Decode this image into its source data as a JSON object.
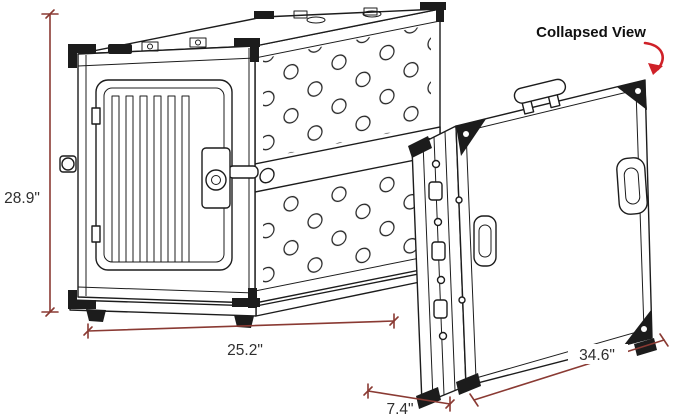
{
  "diagram": {
    "callout": {
      "label": "Collapsed View"
    },
    "dimensions": {
      "height": "28.9\"",
      "depth": "25.2\"",
      "thickness": "7.4\"",
      "width": "34.6\""
    }
  },
  "colors": {
    "line": "#1c1c1c",
    "dimension": "#8a3a33",
    "arrow": "#cf2128",
    "background": "#ffffff",
    "text": "#2f2f2f"
  }
}
